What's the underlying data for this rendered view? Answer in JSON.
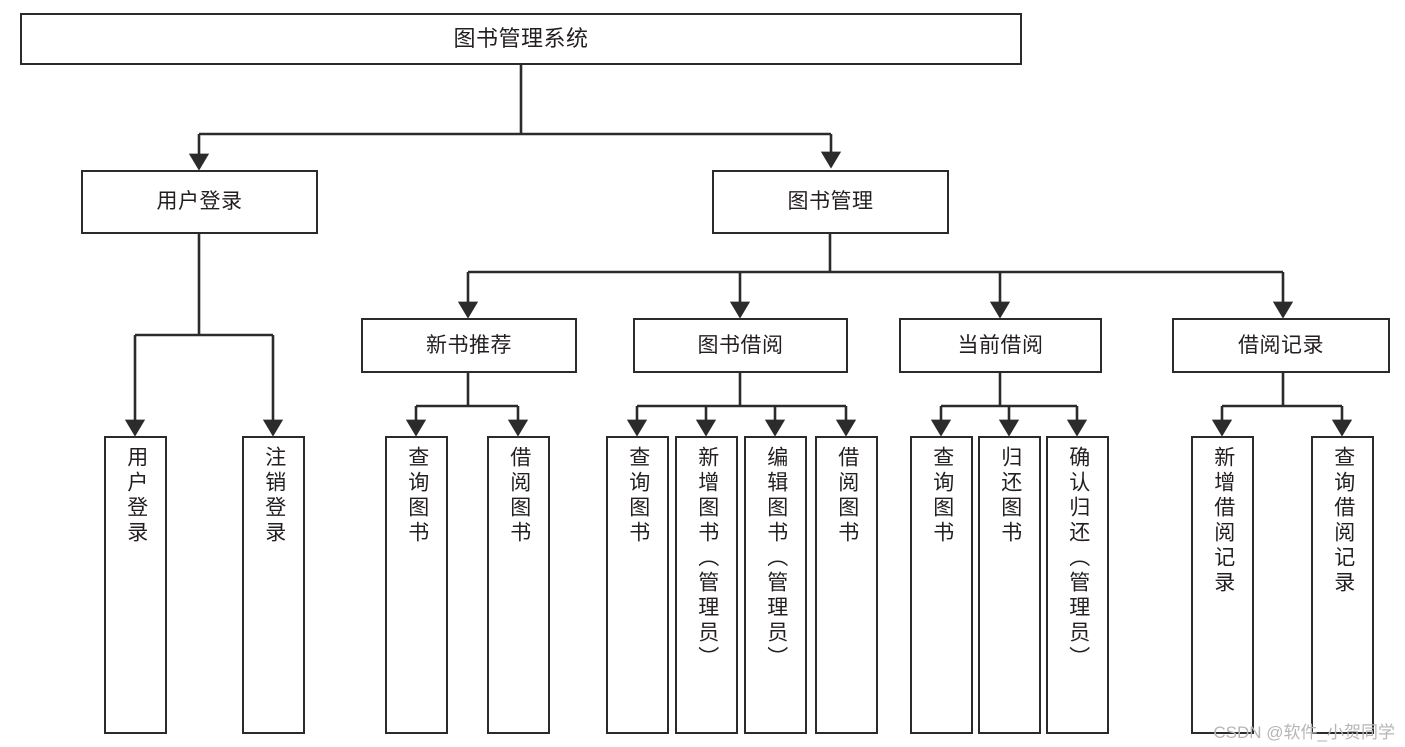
{
  "diagram": {
    "type": "tree",
    "title": "图书管理系统",
    "root": {
      "label": "图书管理系统"
    },
    "level1": [
      {
        "label": "用户登录"
      },
      {
        "label": "图书管理"
      }
    ],
    "level2": [
      {
        "label": "新书推荐"
      },
      {
        "label": "图书借阅"
      },
      {
        "label": "当前借阅"
      },
      {
        "label": "借阅记录"
      }
    ],
    "leaves": {
      "user_login": [
        {
          "label": "用户登录"
        },
        {
          "label": "注销登录"
        }
      ],
      "new_book_recommend": [
        {
          "label": "查询图书"
        },
        {
          "label": "借阅图书"
        }
      ],
      "book_borrow": [
        {
          "label": "查询图书"
        },
        {
          "label": "新增图书（管理员）"
        },
        {
          "label": "编辑图书（管理员）"
        },
        {
          "label": "借阅图书"
        }
      ],
      "current_borrow": [
        {
          "label": "查询图书"
        },
        {
          "label": "归还图书"
        },
        {
          "label": "确认归还（管理员）"
        }
      ],
      "borrow_record": [
        {
          "label": "新增借阅记录"
        },
        {
          "label": "查询借阅记录"
        }
      ]
    }
  },
  "watermark": {
    "text": "CSDN @软件_小贺同学"
  },
  "colors": {
    "stroke": "#2b2b2b",
    "background": "#ffffff",
    "text": "#231f20",
    "watermark": "#b6b6b6"
  }
}
